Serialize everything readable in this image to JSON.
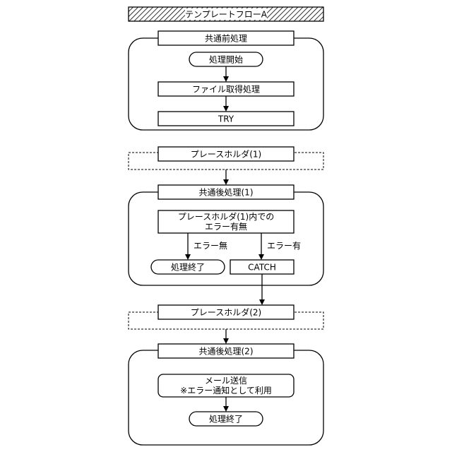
{
  "title": "テンプレートフローA",
  "common_pre": {
    "header": "共通前処理",
    "start": "処理開始",
    "get_file": "ファイル取得処理",
    "try": "TRY"
  },
  "placeholder1": {
    "label": "プレースホルダ(1)"
  },
  "common_post1": {
    "header": "共通後処理(1)",
    "check_line1": "プレースホルダ(1)内での",
    "check_line2": "エラー有無",
    "no_error": "エラー無",
    "has_error": "エラー有",
    "end": "処理終了",
    "catch": "CATCH"
  },
  "placeholder2": {
    "label": "プレースホルダ(2)"
  },
  "common_post2": {
    "header": "共通後処理(2)",
    "mail_line1": "メール送信",
    "mail_line2": "※エラー通知として利用",
    "end": "処理終了"
  }
}
